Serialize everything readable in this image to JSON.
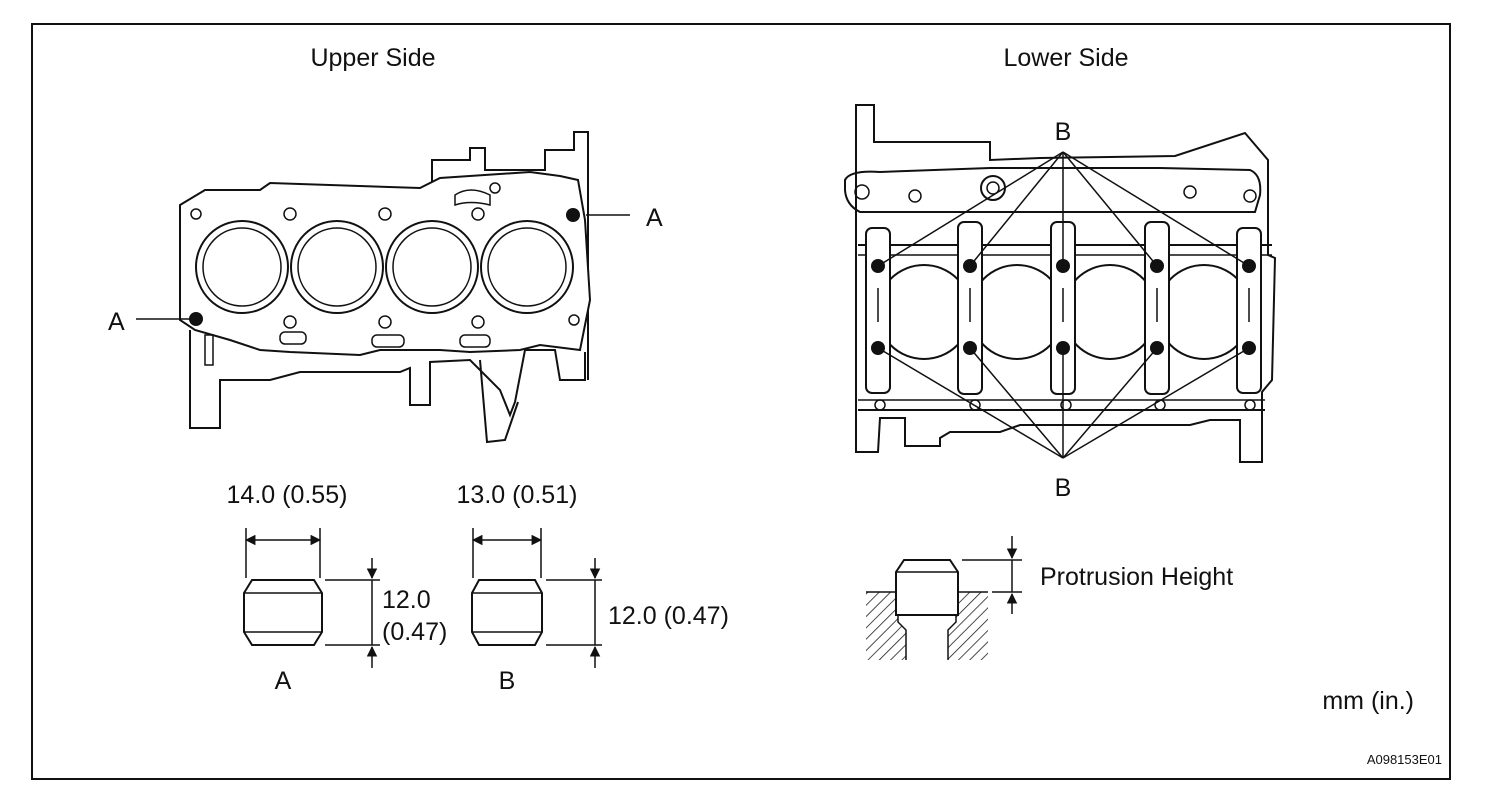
{
  "titles": {
    "upper": "Upper Side",
    "lower": "Lower Side"
  },
  "labels": {
    "a_right": "A",
    "a_left": "A",
    "b_top": "B",
    "b_bottom": "B"
  },
  "pins": {
    "a": {
      "width": "14.0 (0.55)",
      "height_line1": "12.0",
      "height_line2": "(0.47)",
      "name": "A"
    },
    "b": {
      "width": "13.0 (0.51)",
      "height": "12.0 (0.47)",
      "name": "B"
    }
  },
  "protrusion_label": "Protrusion Height",
  "units": "mm (in.)",
  "figure_code": "A098153E01",
  "colors": {
    "ink": "#111111",
    "background": "#ffffff"
  }
}
